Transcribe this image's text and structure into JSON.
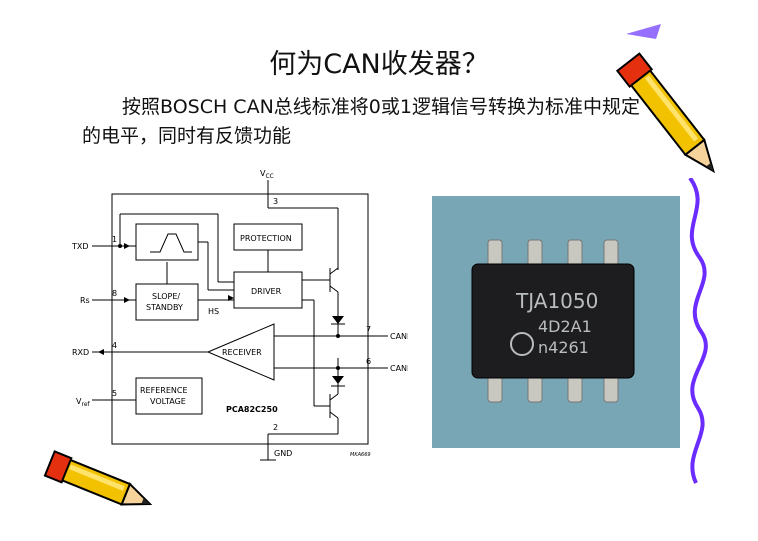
{
  "title": "何为CAN收发器？",
  "paragraph": "按照BOSCH CAN总线标准将0或1逻辑信号转换为标准中规定的电平，同时有反馈功能",
  "diagram": {
    "vcc": "V",
    "vcc_sub": "CC",
    "pin3": "3",
    "txd": "TXD",
    "pin1": "1",
    "rs": "Rs",
    "pin8": "8",
    "rxd": "RXD",
    "pin4": "4",
    "vref": "V",
    "vref_sub": "ref",
    "pin5": "5",
    "protection": "PROTECTION",
    "driver": "DRIVER",
    "slope_line1": "SLOPE/",
    "slope_line2": "STANDBY",
    "hs": "HS",
    "receiver": "RECEIVER",
    "ref_line1": "REFERENCE",
    "ref_line2": "VOLTAGE",
    "part": "PCA82C250",
    "canh": "CANH",
    "pin7": "7",
    "canl": "CANL",
    "pin6": "6",
    "gnd": "GND",
    "pin2": "2",
    "code": "MKA669"
  },
  "chip": {
    "line1": "TJA1050",
    "line2": "4D2A1",
    "line3": "n4261"
  }
}
